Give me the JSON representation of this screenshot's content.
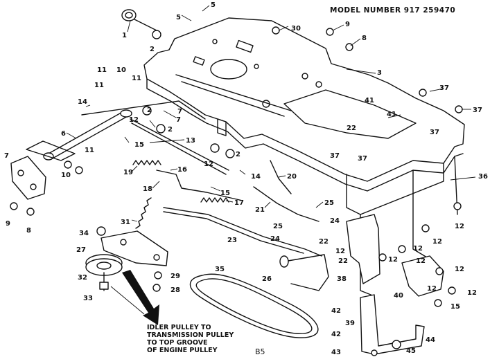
{
  "header": {
    "model_number": "MODEL NUMBER 917 259470"
  },
  "callouts": [
    "1",
    "2",
    "3",
    "5",
    "5",
    "9",
    "8",
    "30",
    "2",
    "7",
    "11",
    "10",
    "11",
    "11",
    "14",
    "12",
    "6",
    "15",
    "2",
    "7",
    "13",
    "12",
    "2",
    "11",
    "10",
    "7",
    "9",
    "8",
    "19",
    "16",
    "14",
    "15",
    "18",
    "17",
    "20",
    "21",
    "25",
    "31",
    "22",
    "41",
    "41",
    "37",
    "37",
    "37",
    "37",
    "37",
    "36",
    "12",
    "12",
    "12",
    "24",
    "24",
    "22",
    "23",
    "12",
    "22",
    "34",
    "27",
    "32",
    "29",
    "28",
    "33",
    "25",
    "26",
    "35",
    "38",
    "12",
    "12",
    "12",
    "15",
    "12",
    "40",
    "12",
    "42",
    "39",
    "42",
    "44",
    "45",
    "43"
  ],
  "caption": {
    "lines": [
      "IDLER PULLEY TO",
      "TRANSMISSION PULLEY",
      "TO TOP GROOVE",
      "OF ENGINE PULLEY"
    ]
  },
  "footer": {
    "page_code": "B5"
  }
}
